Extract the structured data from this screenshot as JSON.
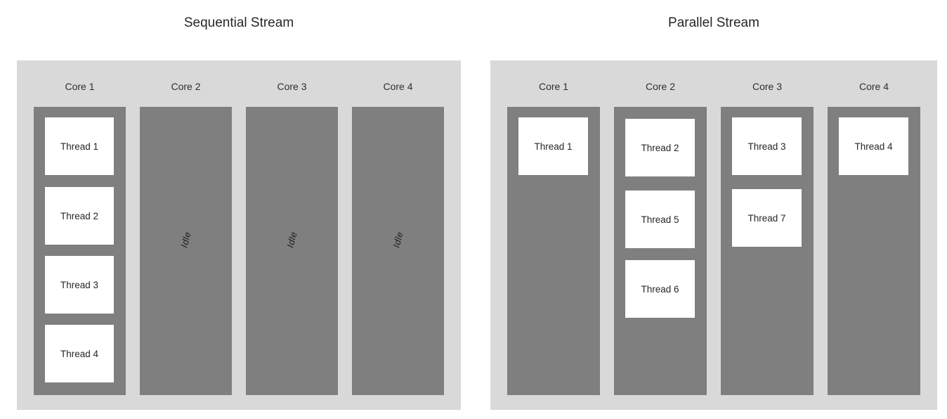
{
  "diagram": {
    "colors": {
      "page_background": "#ffffff",
      "panel_background": "#d9d9d9",
      "core_background": "#7f7f7f",
      "thread_background": "#ffffff",
      "text": "#262626"
    },
    "panels": [
      {
        "title": "Sequential Stream",
        "cores": [
          {
            "label": "Core 1",
            "threads": [
              "Thread 1",
              "Thread 2",
              "Thread 3",
              "Thread 4"
            ]
          },
          {
            "label": "Core 2",
            "threads": [],
            "idle": "Idle"
          },
          {
            "label": "Core 3",
            "threads": [],
            "idle": "Idle"
          },
          {
            "label": "Core 4",
            "threads": [],
            "idle": "Idle"
          }
        ]
      },
      {
        "title": "Parallel Stream",
        "cores": [
          {
            "label": "Core 1",
            "threads": [
              "Thread 1"
            ]
          },
          {
            "label": "Core 2",
            "threads": [
              "Thread 2",
              "Thread 5",
              "Thread 6"
            ]
          },
          {
            "label": "Core 3",
            "threads": [
              "Thread 3",
              "Thread 7"
            ]
          },
          {
            "label": "Core 4",
            "threads": [
              "Thread 4"
            ]
          }
        ]
      }
    ]
  }
}
